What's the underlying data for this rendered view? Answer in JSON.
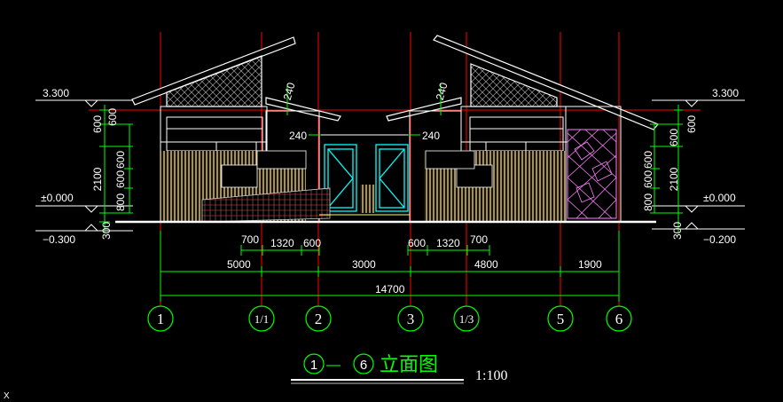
{
  "elevations": {
    "left_top": "3.300",
    "left_zero": "±0.000",
    "left_bottom": "−0.300",
    "right_top": "3.300",
    "right_zero": "±0.000",
    "right_bottom": "−0.200"
  },
  "left_vertical_dims": [
    "600",
    "600",
    "2100",
    "800",
    "600",
    "600",
    "300"
  ],
  "right_vertical_dims": [
    "600",
    "600",
    "2100",
    "800",
    "600",
    "600",
    "300"
  ],
  "roof_dims": [
    "240",
    "240"
  ],
  "door_dims": [
    "240",
    "240"
  ],
  "dim_row1": [
    "700",
    "1320",
    "600",
    "600",
    "1320",
    "700"
  ],
  "dim_row2": [
    "5000",
    "3000",
    "4800",
    "1900"
  ],
  "dim_total": "14700",
  "axes": [
    "1",
    "1/1",
    "2",
    "3",
    "1/3",
    "5",
    "6"
  ],
  "title": {
    "start_axis": "1",
    "dash": "—",
    "end_axis": "6",
    "text": "立面图",
    "scale": "1:100"
  },
  "ucs_label": "X",
  "colors": {
    "background": "#000000",
    "grid_line": "#ff0000",
    "dimension": "#00ff00",
    "wall": "#ffffff",
    "fill_wood": "#f5deb3",
    "roof": "#ffffff",
    "door": "#00ffff",
    "hatch": "#ff80ff"
  }
}
